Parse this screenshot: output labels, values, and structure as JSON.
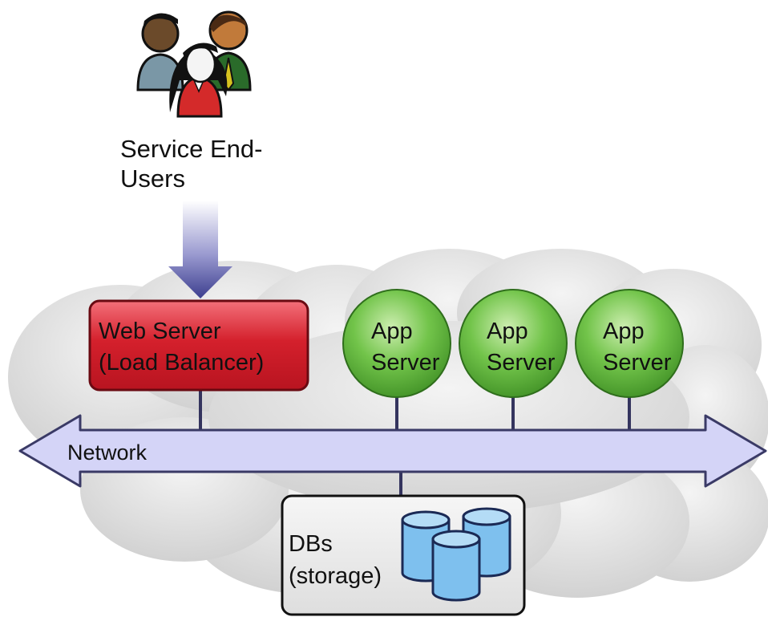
{
  "users": {
    "label_line1": "Service End-",
    "label_line2": "Users",
    "icon": "users-group-icon"
  },
  "web_server": {
    "line1": "Web Server",
    "line2": "(Load Balancer)",
    "fill": "#d4202c"
  },
  "app_servers": [
    {
      "line1": "App",
      "line2": "Server"
    },
    {
      "line1": "App",
      "line2": "Server"
    },
    {
      "line1": "App",
      "line2": "Server"
    }
  ],
  "app_server_fill": "#5fb63a",
  "network": {
    "label": "Network",
    "fill": "#d4d4f7"
  },
  "database": {
    "line1": "DBs",
    "line2": "(storage)",
    "icon": "database-cylinders-icon",
    "fill": "#7ec0ee"
  },
  "cloud_fill": "#d7d7d7"
}
